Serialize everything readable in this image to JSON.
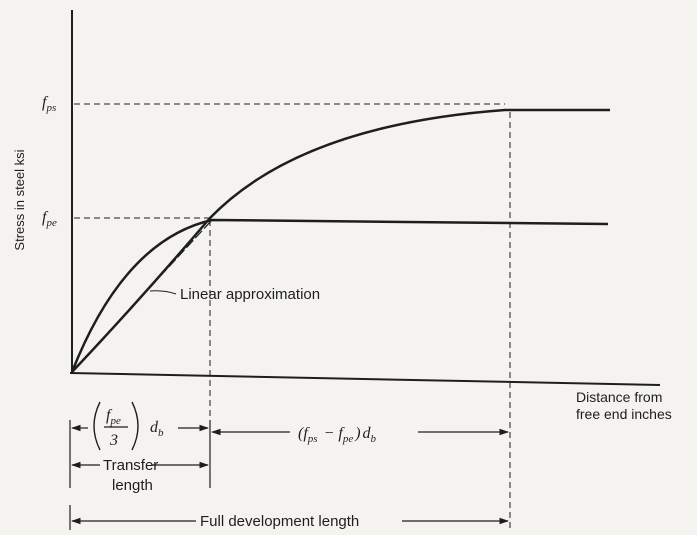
{
  "axes": {
    "y_label": "Stress in steel ksi",
    "x_label_line1": "Distance from",
    "x_label_line2": "free end inches"
  },
  "levels": {
    "fps_main": "f",
    "fps_sub": "ps",
    "fpe_main": "f",
    "fpe_sub": "pe"
  },
  "annotations": {
    "linear_approximation": "Linear approximation",
    "transfer_line1": "Transfer",
    "transfer_line2": "length",
    "full_development": "Full development length"
  },
  "formulas": {
    "transfer": {
      "num_main": "f",
      "num_sub": "pe",
      "den": "3",
      "d_main": "d",
      "d_sub": "b"
    },
    "flexural": {
      "open": "(",
      "f1_main": "f",
      "f1_sub": "ps",
      "minus": "−",
      "f2_main": "f",
      "f2_sub": "pe",
      "close": ")",
      "d_main": "d",
      "d_sub": "b"
    }
  }
}
